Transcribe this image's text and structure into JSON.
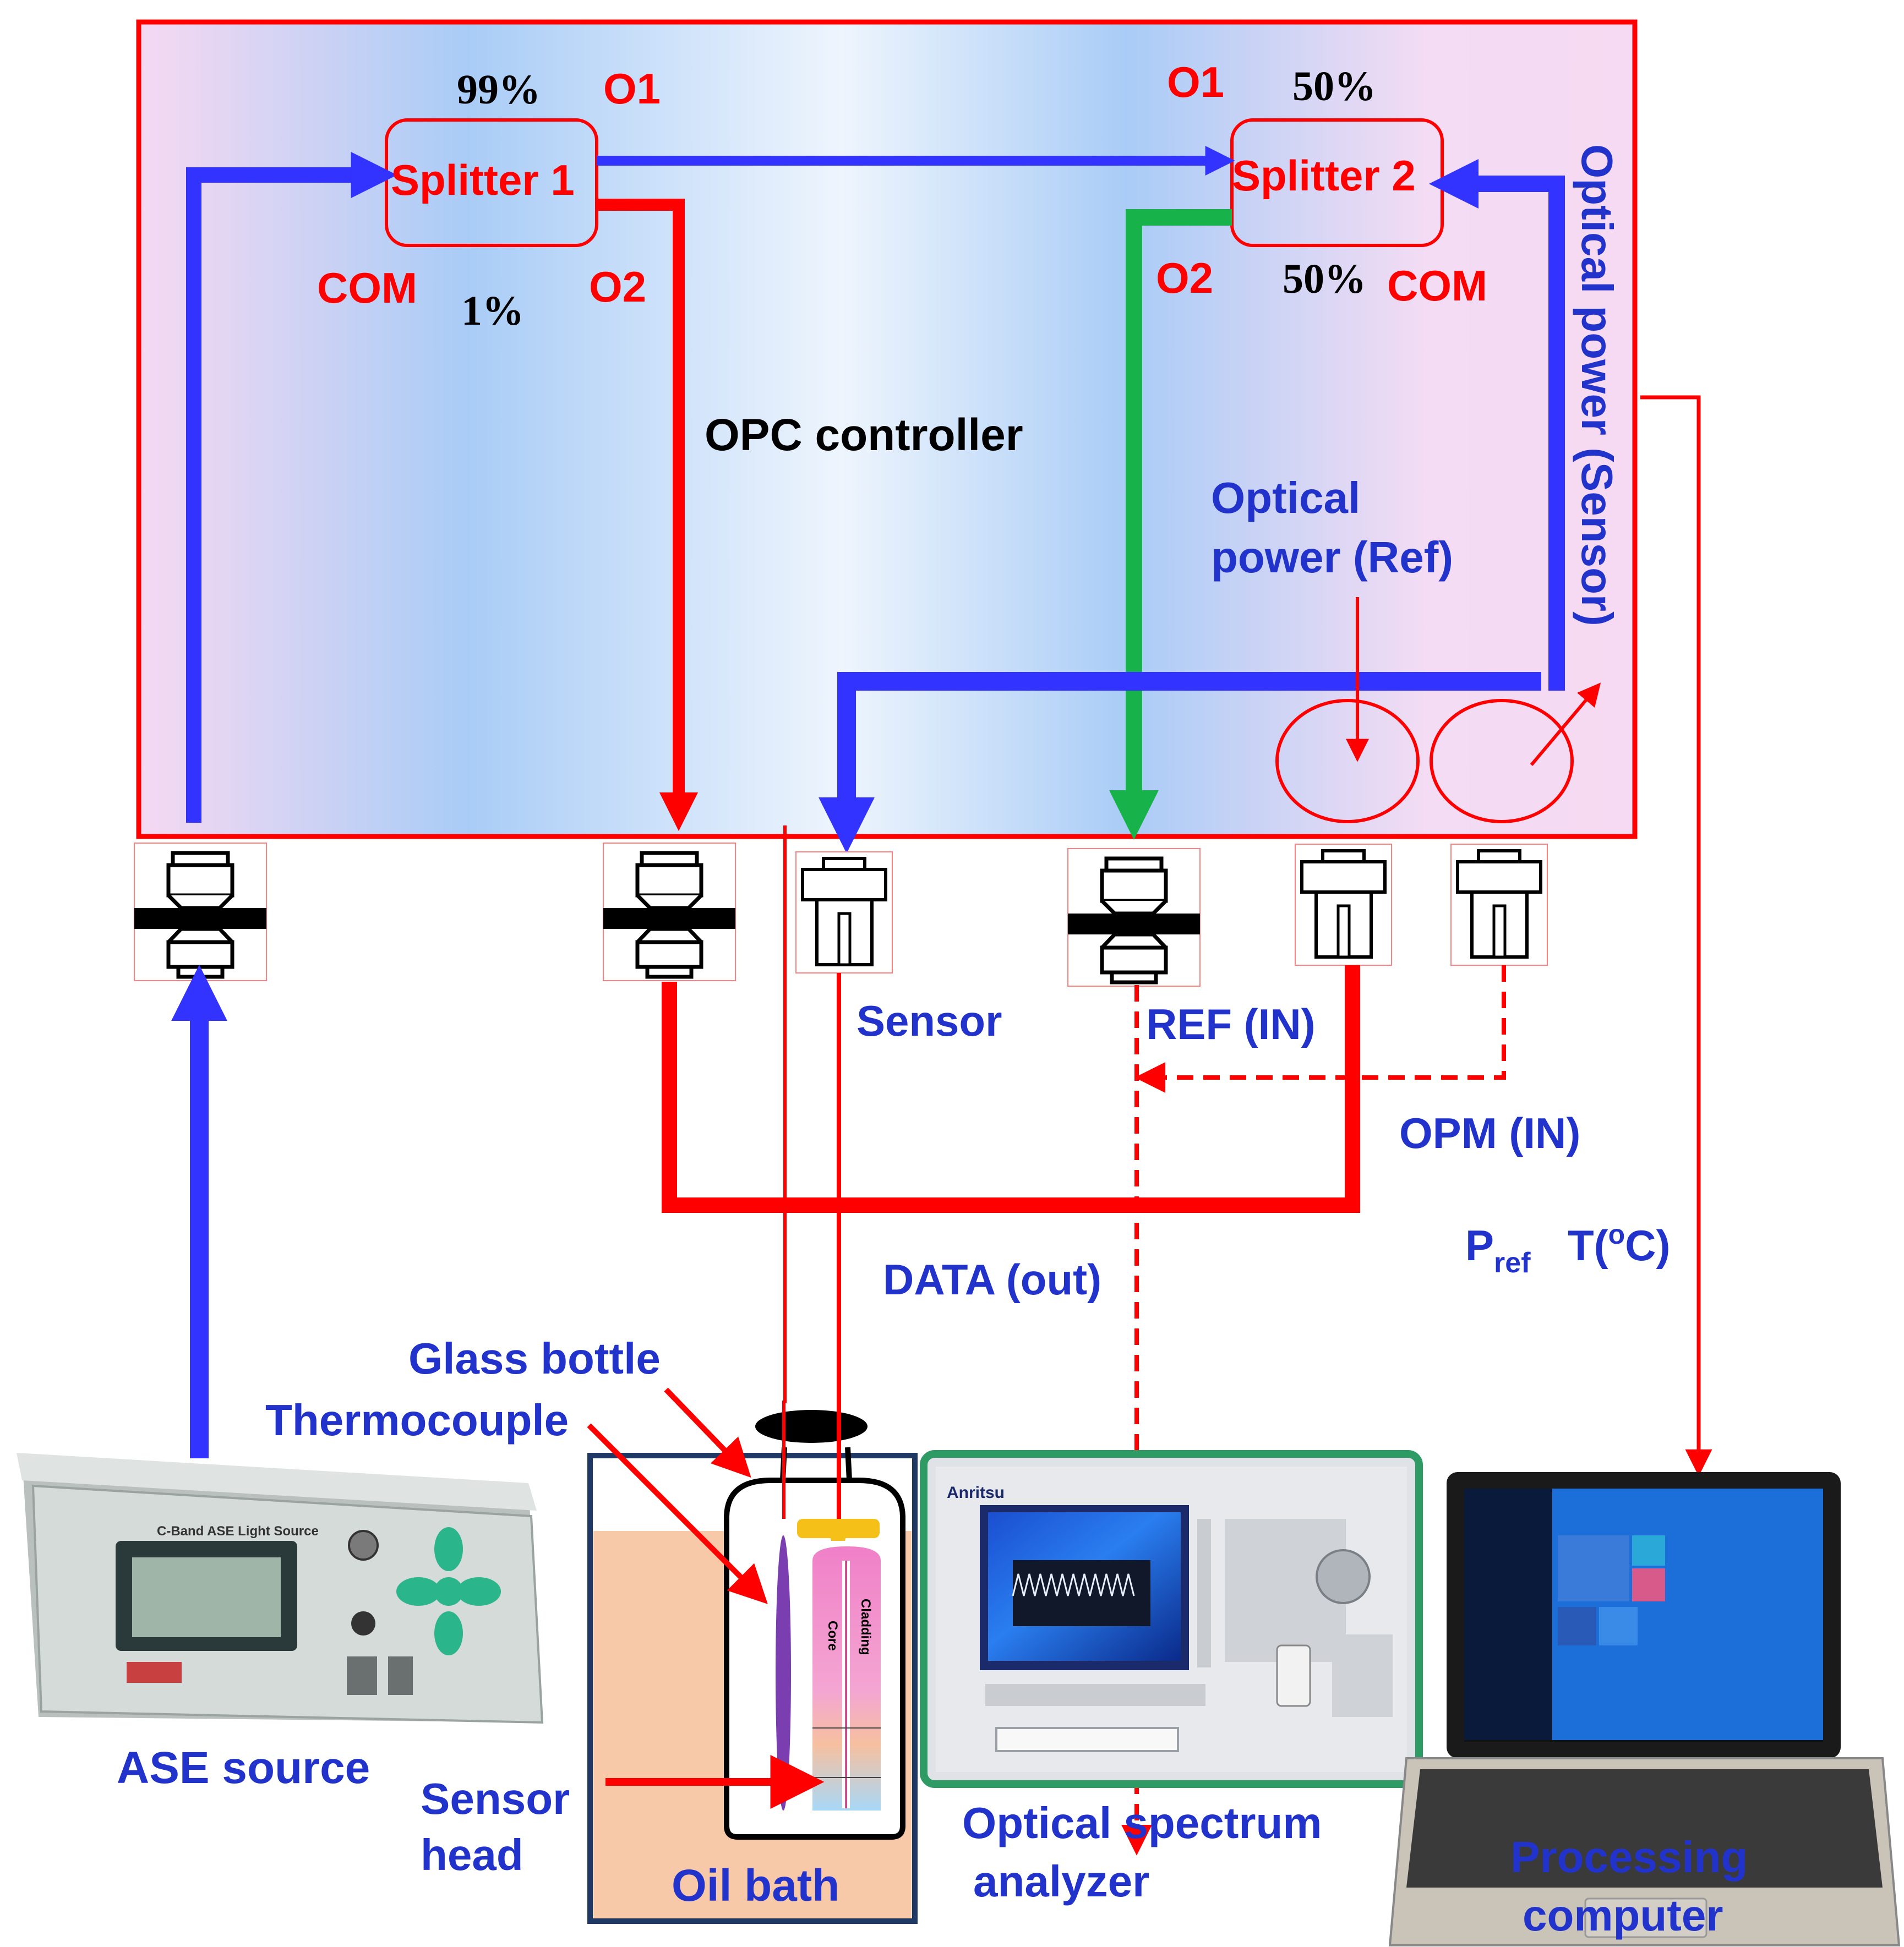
{
  "colors": {
    "red": "#ff0000",
    "blue": "#3333ff",
    "dark_blue": "#2233aa",
    "green": "#18b24a",
    "black": "#000000",
    "oil": "#f7c9a8",
    "controller_gradient": [
      "#f6d9f2",
      "#a9ccf6",
      "#eef5fd",
      "#a9ccf6",
      "#f6d9f2"
    ]
  },
  "controller": {
    "title": "OPC controller",
    "splitter1": {
      "label": "Splitter 1",
      "ratio_o1": "99%",
      "ratio_o2": "1%",
      "port_com": "COM",
      "port_o1": "O1",
      "port_o2": "O2"
    },
    "splitter2": {
      "label": "Splitter 2",
      "ratio_o1": "50%",
      "ratio_o2": "50%",
      "port_com": "COM",
      "port_o1": "O1",
      "port_o2": "O2"
    },
    "optical_power_ref": [
      "Optical",
      "power (Ref)"
    ],
    "optical_power_sensor": "Optical power (Sensor)"
  },
  "signals": {
    "sensor": "Sensor",
    "ref_in": "REF (IN)",
    "opm_in": "OPM (IN)",
    "data_out": "DATA (out)",
    "p_ref": {
      "main": "P",
      "sub": "ref"
    },
    "temp": {
      "pre": "T(",
      "sup": "o",
      "post": "C)"
    }
  },
  "devices": {
    "ase_source": "ASE source",
    "ase_panel_title": "C-Band ASE Light Source",
    "osa": [
      "Optical spectrum",
      "analyzer"
    ],
    "osa_brand": "Anritsu",
    "computer": [
      "Processing",
      "computer"
    ],
    "oil_bath": "Oil bath",
    "glass_bottle": "Glass bottle",
    "thermocouple": "Thermocouple",
    "sensor_head": [
      "Sensor",
      "head"
    ],
    "sensor_parts": {
      "core": "Core",
      "cladding": "Cladding"
    }
  }
}
